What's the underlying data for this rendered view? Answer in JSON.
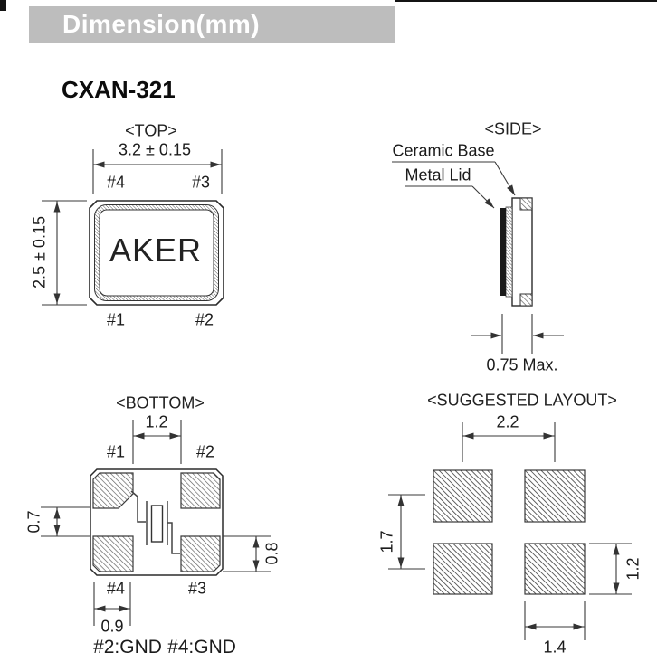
{
  "page": {
    "banner_title": "Dimension(mm)",
    "part_number": "CXAN-321"
  },
  "top_view": {
    "title": "<TOP>",
    "width_dim": "3.2 ± 0.15",
    "height_dim": "2.5 ± 0.15",
    "marking": "AKER",
    "pin_top_left": "#4",
    "pin_top_right": "#3",
    "pin_bottom_left": "#1",
    "pin_bottom_right": "#2"
  },
  "side_view": {
    "title": "<SIDE>",
    "ceramic_base_label": "Ceramic Base",
    "metal_lid_label": "Metal Lid",
    "thickness_dim": "0.75 Max."
  },
  "bottom_view": {
    "title": "<BOTTOM>",
    "pin_top_left": "#1",
    "pin_top_right": "#2",
    "pin_bottom_left": "#4",
    "pin_bottom_right": "#3",
    "pad_gap_dim": "1.2",
    "pad_gap_y_dim": "0.7",
    "pad_height_dim": "0.8",
    "pad_width_dim": "0.9",
    "gnd_note_left": "#2:GND",
    "gnd_note_right": "#4:GND"
  },
  "layout_view": {
    "title": "<SUGGESTED LAYOUT>",
    "pitch_x_dim": "2.2",
    "pitch_y_dim": "1.7",
    "pad_height_dim": "1.2",
    "pad_width_dim": "1.4"
  },
  "colors": {
    "banner_bg": "#bdbdbd",
    "banner_text": "#ffffff",
    "line": "#3a3a3a",
    "outline": "#2b2b2b",
    "hatch": "#555555",
    "lid_fill": "#1a1a1a",
    "text": "#1c1c1c"
  }
}
